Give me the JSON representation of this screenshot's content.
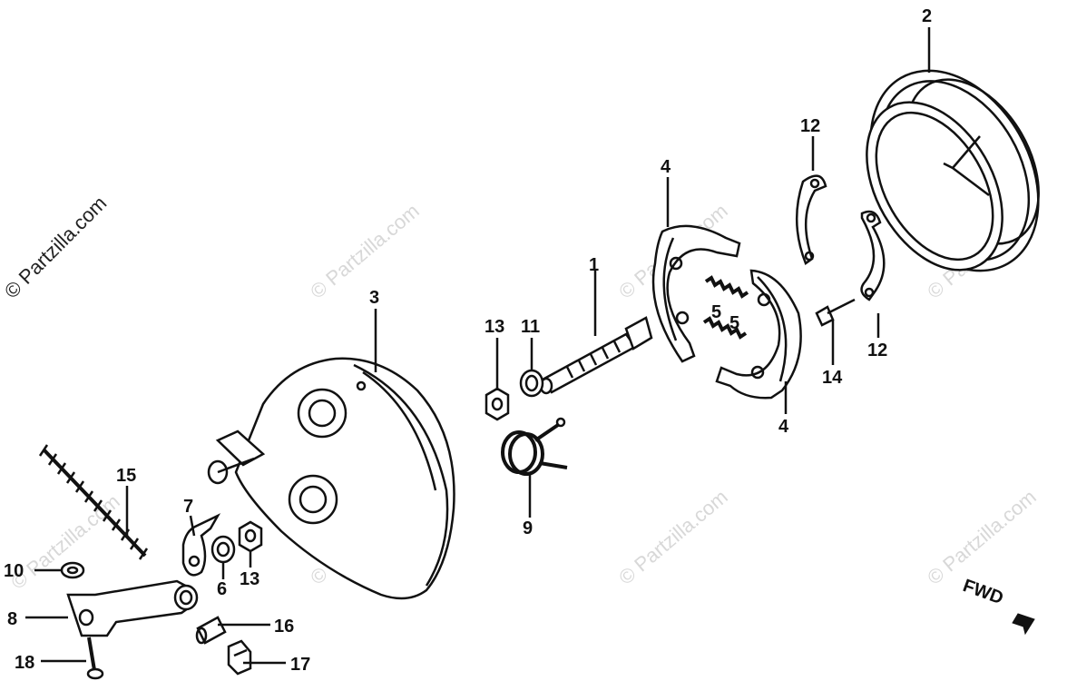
{
  "watermark": {
    "text_main": "© Partzilla.com",
    "text_repeat": "© Partzilla.com"
  },
  "direction_label": "FWD",
  "callouts": {
    "c1": "1",
    "c2": "2",
    "c3": "3",
    "c4a": "4",
    "c4b": "4",
    "c5a": "5",
    "c5b": "5",
    "c6": "6",
    "c7": "7",
    "c8": "8",
    "c9": "9",
    "c10": "10",
    "c11": "11",
    "c12a": "12",
    "c12b": "12",
    "c13a": "13",
    "c13b": "13",
    "c14": "14",
    "c15": "15",
    "c16": "16",
    "c17": "17",
    "c18": "18"
  }
}
